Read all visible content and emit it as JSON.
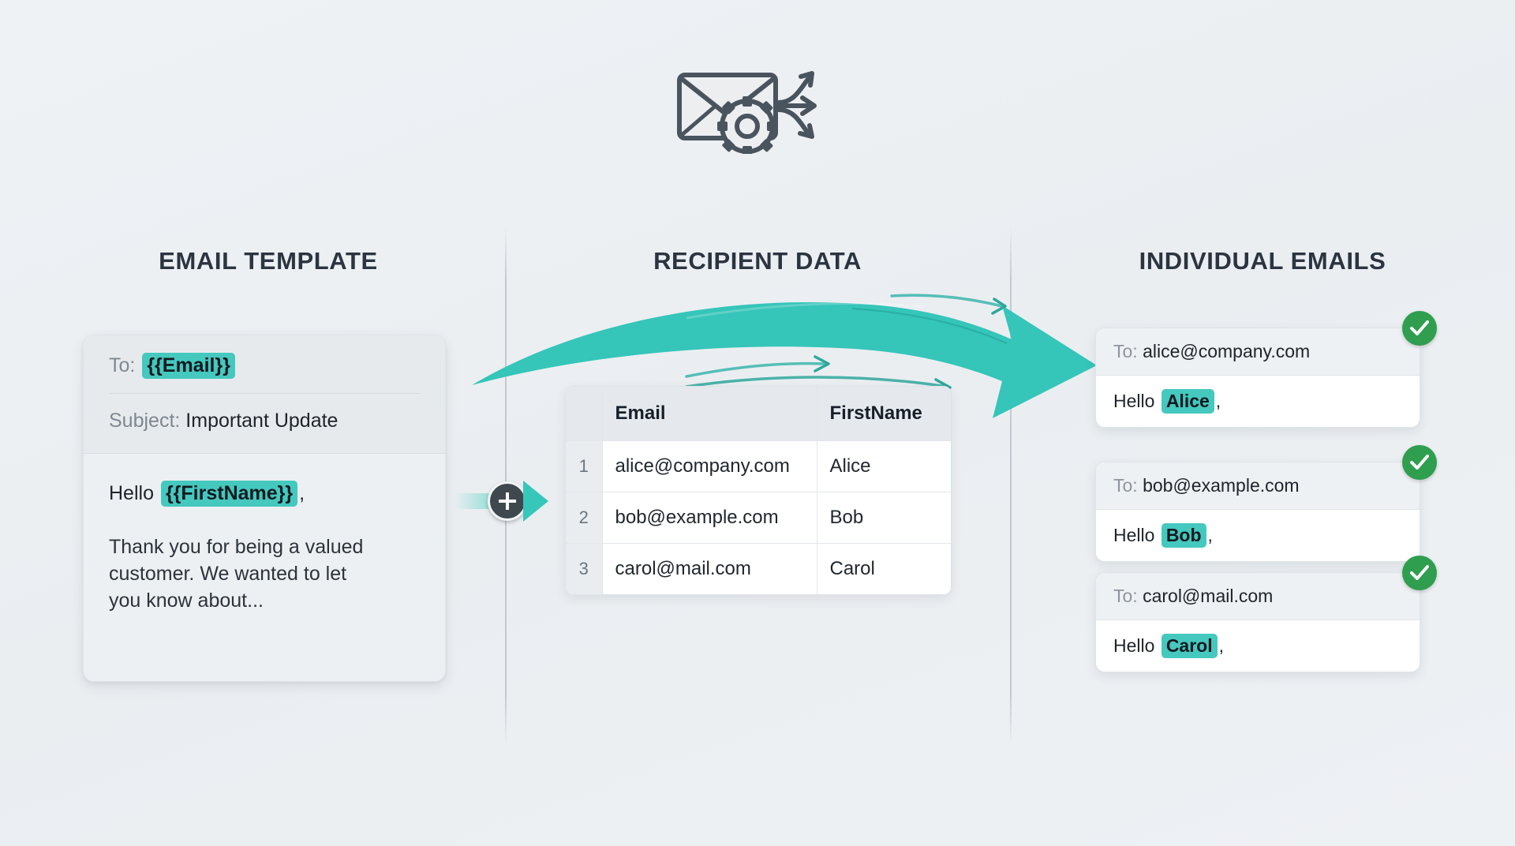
{
  "header": {
    "icon": "envelope-gear-arrows-icon"
  },
  "columns": {
    "template_title": "EMAIL TEMPLATE",
    "data_title": "RECIPIENT DATA",
    "emails_title": "INDIVIDUAL EMAILS"
  },
  "template": {
    "to_label": "To:",
    "to_value": "{{Email}}",
    "subject_label": "Subject:",
    "subject_value": "Important Update",
    "greeting_prefix": "Hello",
    "greeting_tag": "{{FirstName}}",
    "greeting_suffix": ",",
    "paragraph": "Thank you for being a valued customer. We wanted to let you know about..."
  },
  "connector": {
    "plus_symbol": "+",
    "arrow": "right-arrowhead"
  },
  "recipient_table": {
    "headers": [
      "",
      "Email",
      "FirstName"
    ],
    "rows": [
      {
        "num": "1",
        "email": "alice@company.com",
        "first_name": "Alice"
      },
      {
        "num": "2",
        "email": "bob@example.com",
        "first_name": "Bob"
      },
      {
        "num": "3",
        "email": "carol@mail.com",
        "first_name": "Carol"
      }
    ]
  },
  "emails": [
    {
      "to_label": "To:",
      "to_value": "alice@company.com",
      "greeting_prefix": "Hello",
      "greeting_name": "Alice",
      "greeting_suffix": ",",
      "status": "sent"
    },
    {
      "to_label": "To:",
      "to_value": "bob@example.com",
      "greeting_prefix": "Hello",
      "greeting_name": "Bob",
      "greeting_suffix": ",",
      "status": "sent"
    },
    {
      "to_label": "To:",
      "to_value": "carol@mail.com",
      "greeting_prefix": "Hello",
      "greeting_name": "Carol",
      "greeting_suffix": ",",
      "status": "sent"
    }
  ],
  "colors": {
    "accent_teal": "#36c7ba",
    "highlight_teal": "#45c8be",
    "success_green": "#2f9e4f",
    "title_navy": "#2b3440",
    "background": "#eef1f4"
  }
}
